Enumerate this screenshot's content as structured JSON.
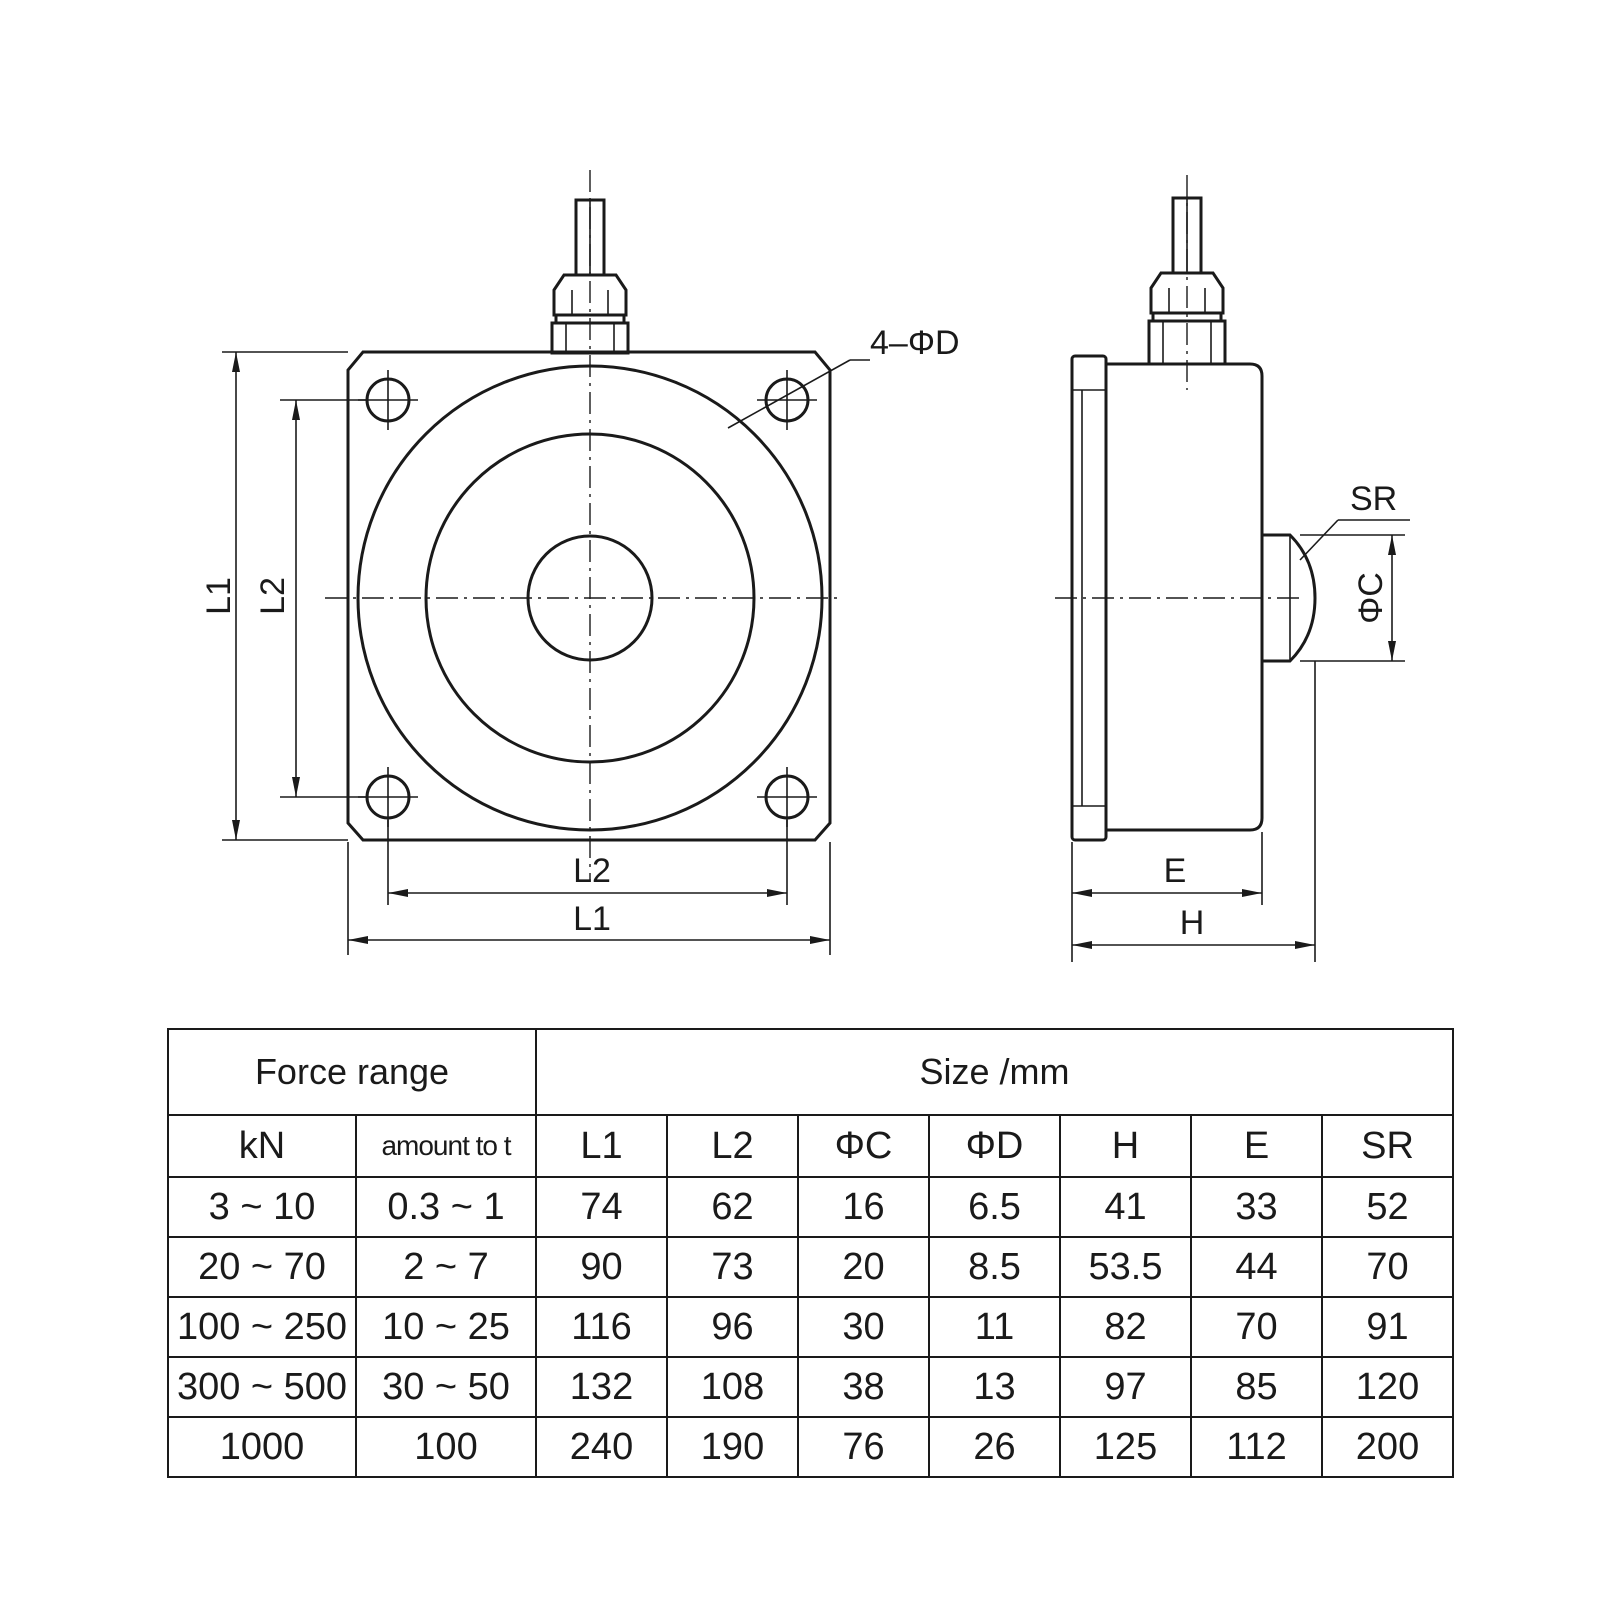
{
  "drawing": {
    "front_view": {
      "hole_label": "4–ΦD",
      "l1_label_vertical": "L1",
      "l2_label_vertical": "L2",
      "l2_label_horizontal": "L2",
      "l1_label_horizontal": "L1"
    },
    "side_view": {
      "sr_label": "SR",
      "c_label": "ΦC",
      "e_label": "E",
      "h_label": "H"
    }
  },
  "table": {
    "group_headers": {
      "force_range": "Force range",
      "size": "Size /mm"
    },
    "columns": [
      "kN",
      "amount to t",
      "L1",
      "L2",
      "ΦC",
      "ΦD",
      "H",
      "E",
      "SR"
    ],
    "rows": [
      [
        "3 ~ 10",
        "0.3 ~ 1",
        "74",
        "62",
        "16",
        "6.5",
        "41",
        "33",
        "52"
      ],
      [
        "20 ~ 70",
        "2 ~ 7",
        "90",
        "73",
        "20",
        "8.5",
        "53.5",
        "44",
        "70"
      ],
      [
        "100 ~ 250",
        "10 ~ 25",
        "116",
        "96",
        "30",
        "11",
        "82",
        "70",
        "91"
      ],
      [
        "300 ~ 500",
        "30 ~ 50",
        "132",
        "108",
        "38",
        "13",
        "97",
        "85",
        "120"
      ],
      [
        "1000",
        "100",
        "240",
        "190",
        "76",
        "26",
        "125",
        "112",
        "200"
      ]
    ]
  }
}
